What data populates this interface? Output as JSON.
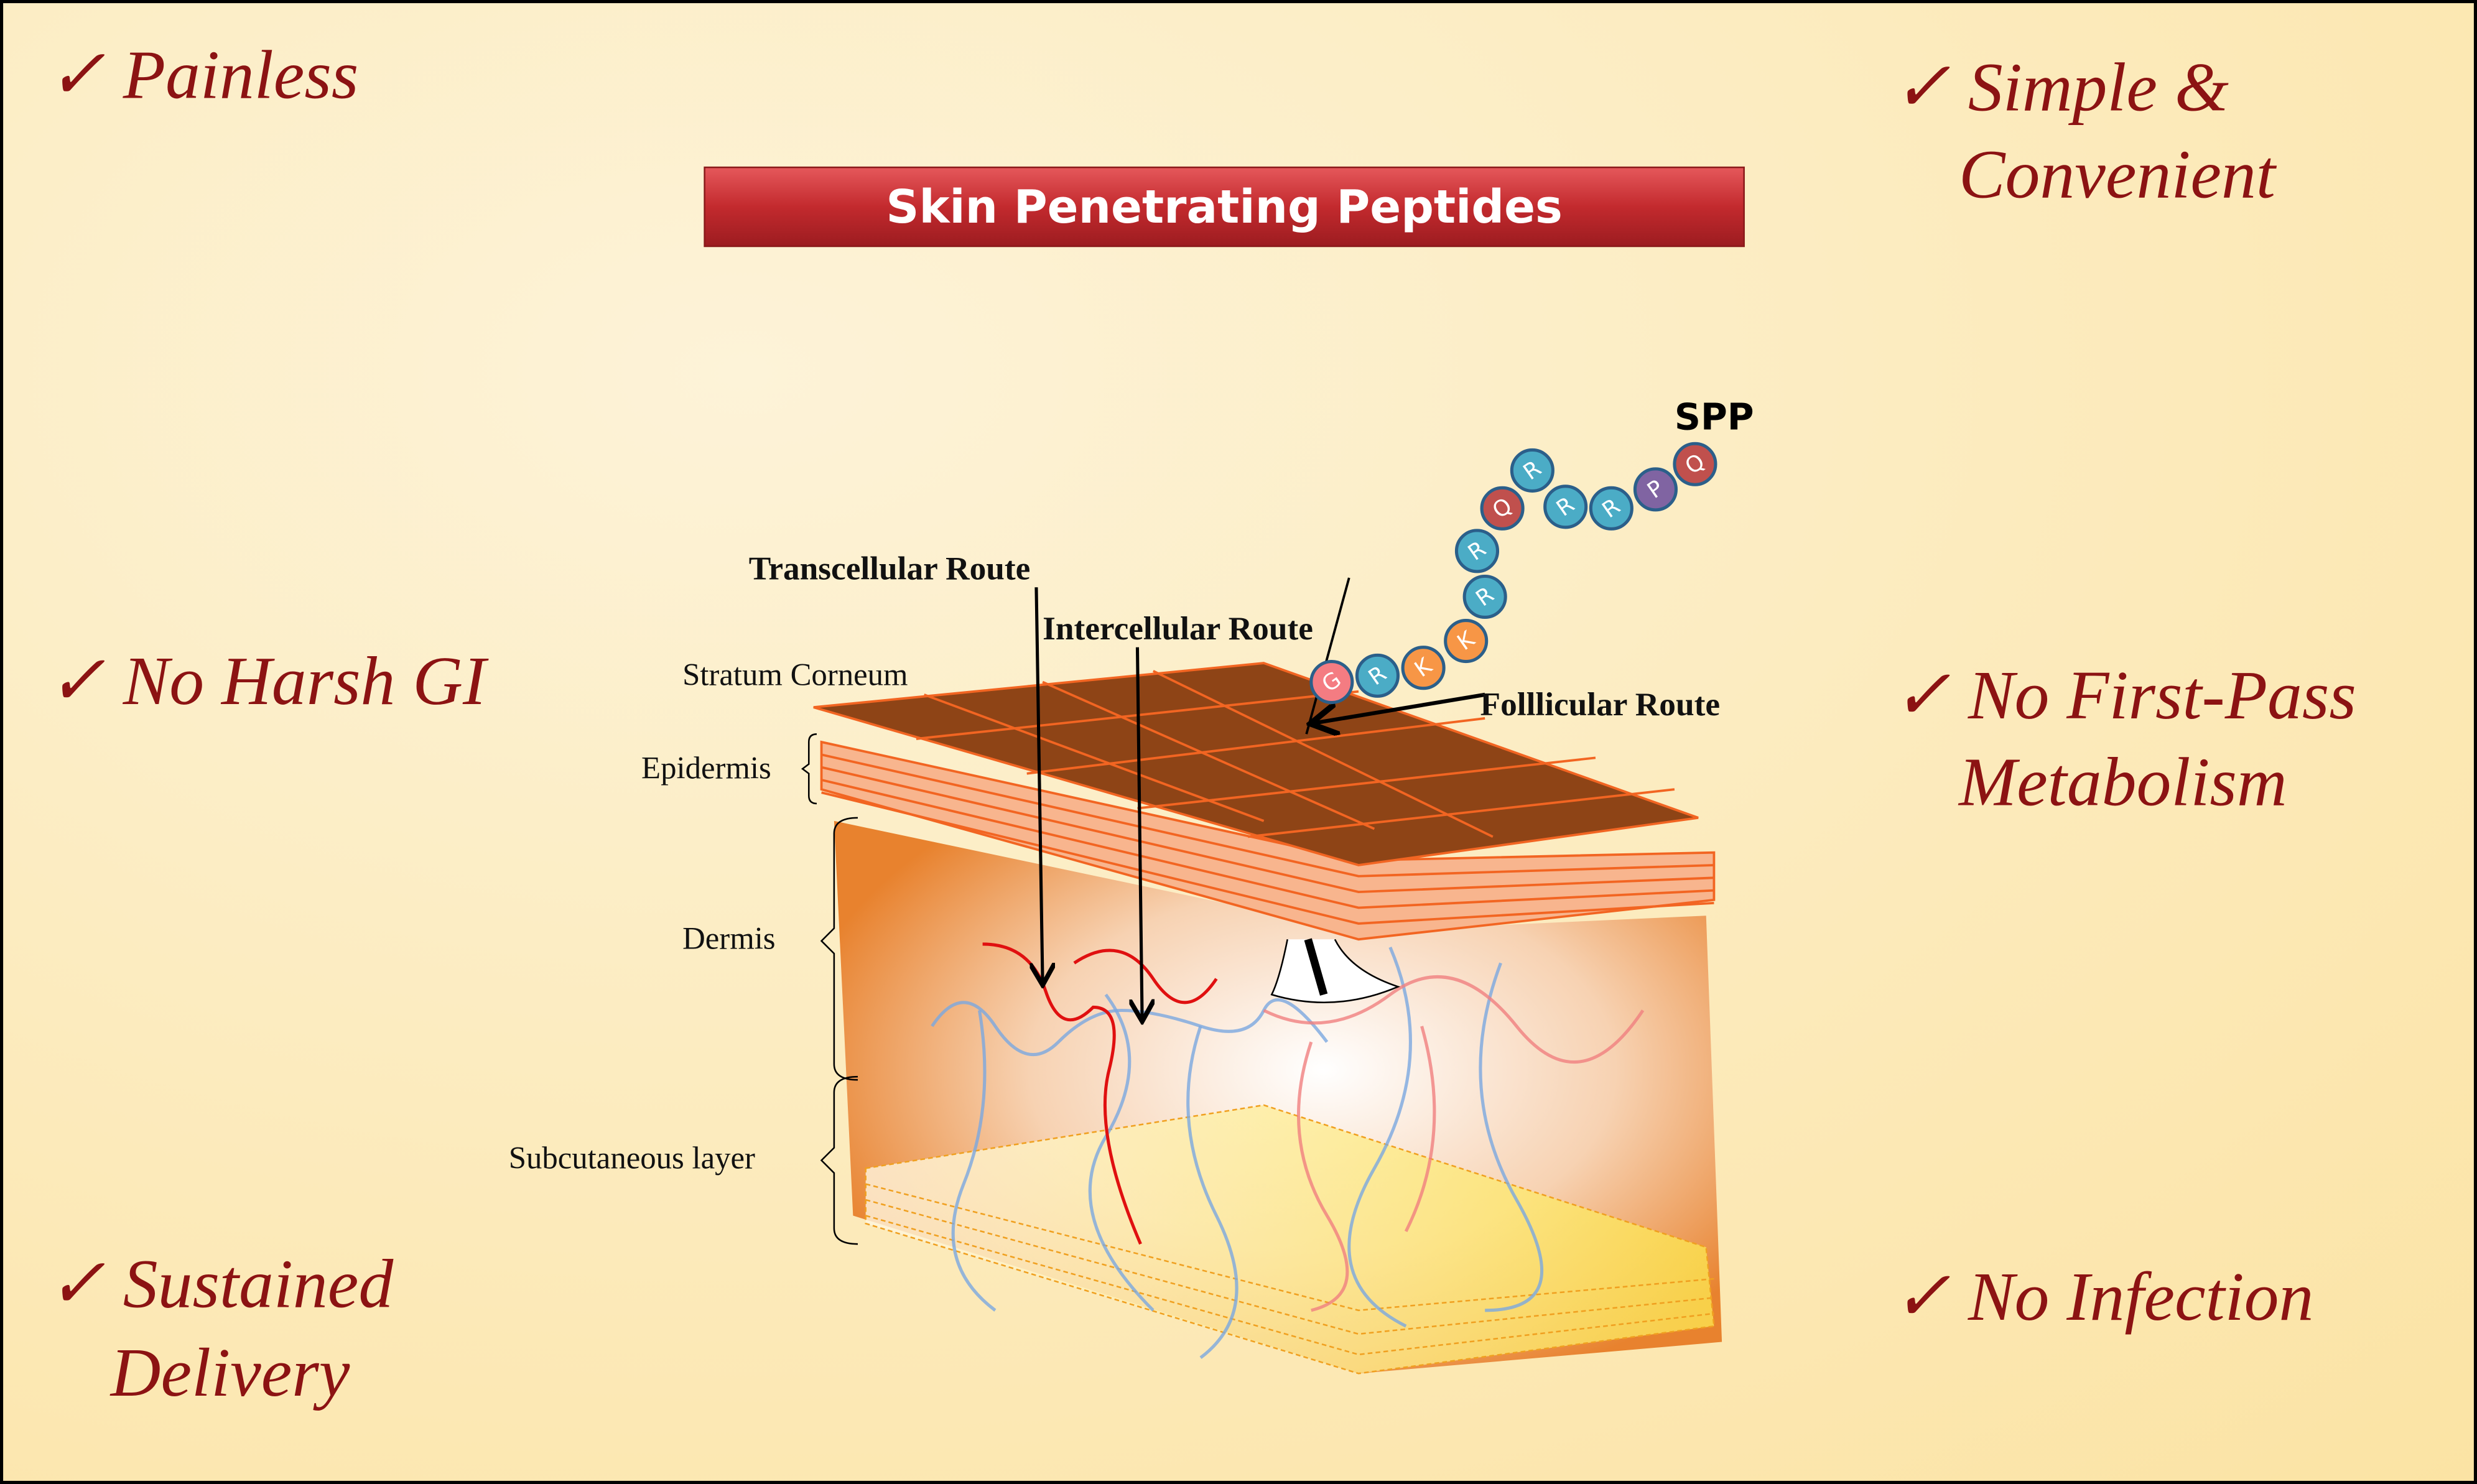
{
  "title": "Skin Penetrating Peptides",
  "benefits_left": [
    {
      "lines": [
        "✓ Painless"
      ]
    },
    {
      "lines": [
        "✓ No Harsh GI"
      ]
    },
    {
      "lines": [
        "✓ Sustained",
        "Delivery"
      ]
    }
  ],
  "benefits_right": [
    {
      "lines": [
        "✓ Simple &",
        "Convenient"
      ]
    },
    {
      "lines": [
        "✓ No First-Pass",
        "Metabolism"
      ]
    },
    {
      "lines": [
        "✓ No Infection"
      ]
    }
  ],
  "layers": {
    "stratum_corneum": "Stratum Corneum",
    "epidermis": "Epidermis",
    "dermis": "Dermis",
    "subcutaneous": "Subcutaneous layer"
  },
  "routes": {
    "transcellular": "Transcellular Route",
    "intercellular": "Intercellular Route",
    "follicular": "Folllicular Route"
  },
  "peptide": {
    "label": "SPP",
    "sequence": [
      "G",
      "R",
      "K",
      "K",
      "R",
      "R",
      "Q",
      "R",
      "R",
      "R",
      "P",
      "Q"
    ],
    "colors": {
      "G": "#f47c82",
      "R": "#4bacc6",
      "K": "#f79646",
      "Q": "#c0504d",
      "P": "#8064a2"
    }
  },
  "colors": {
    "text_accent": "#8c1313",
    "banner": "#c0282d",
    "skin_top": "#8e4416",
    "skin_layer": "#f6b38a"
  }
}
